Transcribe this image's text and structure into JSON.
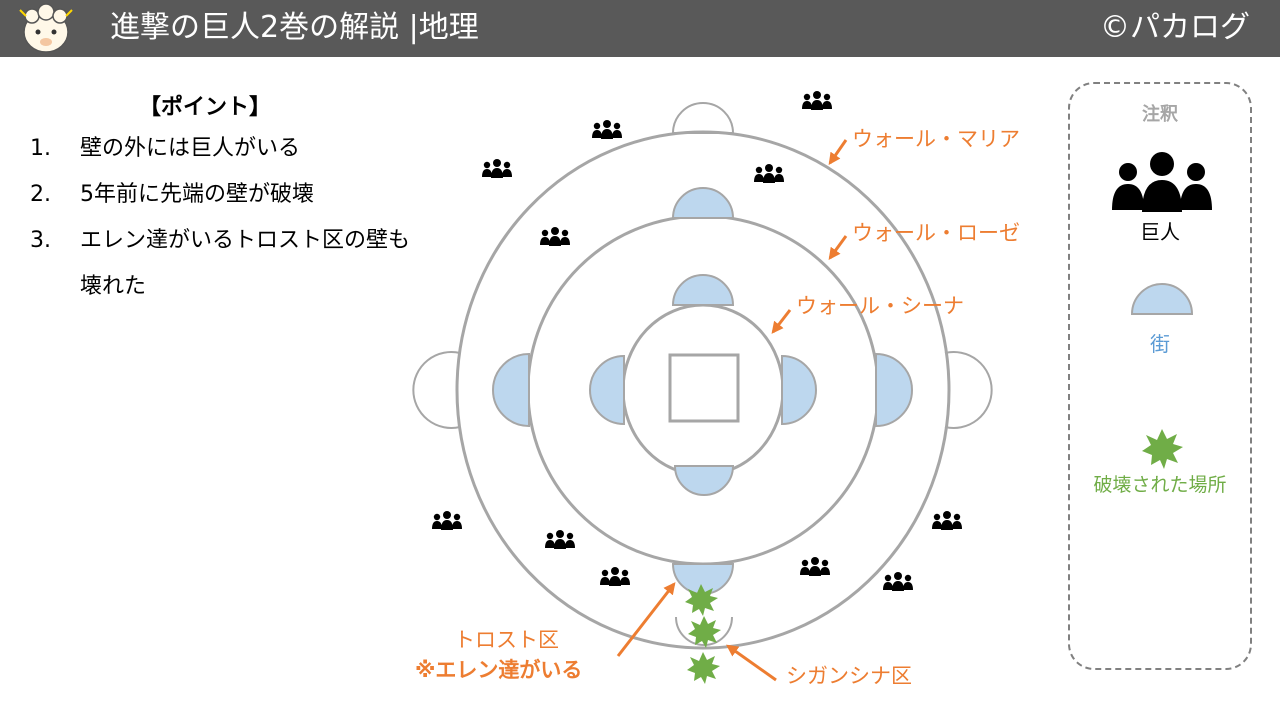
{
  "header": {
    "title": "進撃の巨人2巻の解説 |地理",
    "copyright": "©パカログ",
    "mascot_icon": "alpaca-mascot-icon"
  },
  "points": {
    "heading": "【ポイント】",
    "items": [
      {
        "num": "1.",
        "text": "壁の外には巨人がいる"
      },
      {
        "num": "2.",
        "text": "5年前に先端の壁が破壊"
      },
      {
        "num": "3.",
        "text": "エレン達がいるトロスト区の壁も壊れた"
      }
    ]
  },
  "diagram": {
    "walls": {
      "maria": "ウォール・マリア",
      "rose": "ウォール・ローゼ",
      "sina": "ウォール・シーナ"
    },
    "trost_label": "トロスト区",
    "trost_note": "※エレン達がいる",
    "shiganshina_label": "シガンシナ区"
  },
  "legend": {
    "title": "注釈",
    "giant": "巨人",
    "town": "街",
    "broken": "破壊された場所"
  },
  "colors": {
    "header_bg": "#595959",
    "orange": "#ed7d31",
    "town_fill": "#bdd7ee",
    "town_text": "#5b9bd5",
    "burst": "#70ad47",
    "wall": "#a6a6a6"
  }
}
